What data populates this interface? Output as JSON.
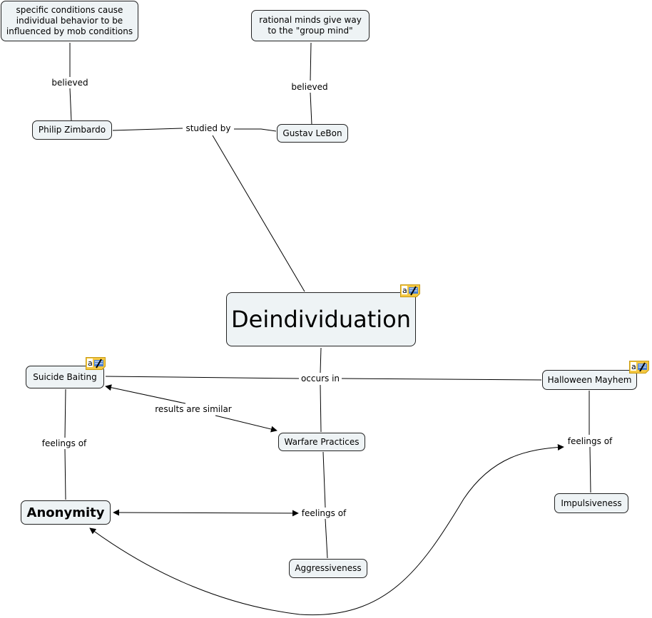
{
  "nodes": {
    "specific_conditions": "specific conditions cause individual behavior to be influenced by mob conditions",
    "rational_minds": "rational minds give way to the \"group mind\"",
    "philip_zimbardo": "Philip Zimbardo",
    "gustav_lebon": "Gustav LeBon",
    "deindividuation": "Deindividuation",
    "suicide_baiting": "Suicide Baiting",
    "halloween_mayhem": "Halloween Mayhem",
    "warfare_practices": "Warfare Practices",
    "anonymity": "Anonymity",
    "impulsiveness": "Impulsiveness",
    "aggressiveness": "Aggressiveness"
  },
  "link_labels": {
    "believed_1": "believed",
    "believed_2": "believed",
    "studied_by": "studied by",
    "occurs_in": "occurs in",
    "results_are_similar": "results are similar",
    "feelings_of_1": "feelings of",
    "feelings_of_2": "feelings of",
    "feelings_of_3": "feelings of"
  },
  "colors": {
    "node_fill": "#eef3f5",
    "node_border": "#222222",
    "line": "#000000",
    "note_icon": "#f5c842"
  },
  "note_icons": [
    "deindividuation",
    "suicide_baiting",
    "halloween_mayhem"
  ]
}
